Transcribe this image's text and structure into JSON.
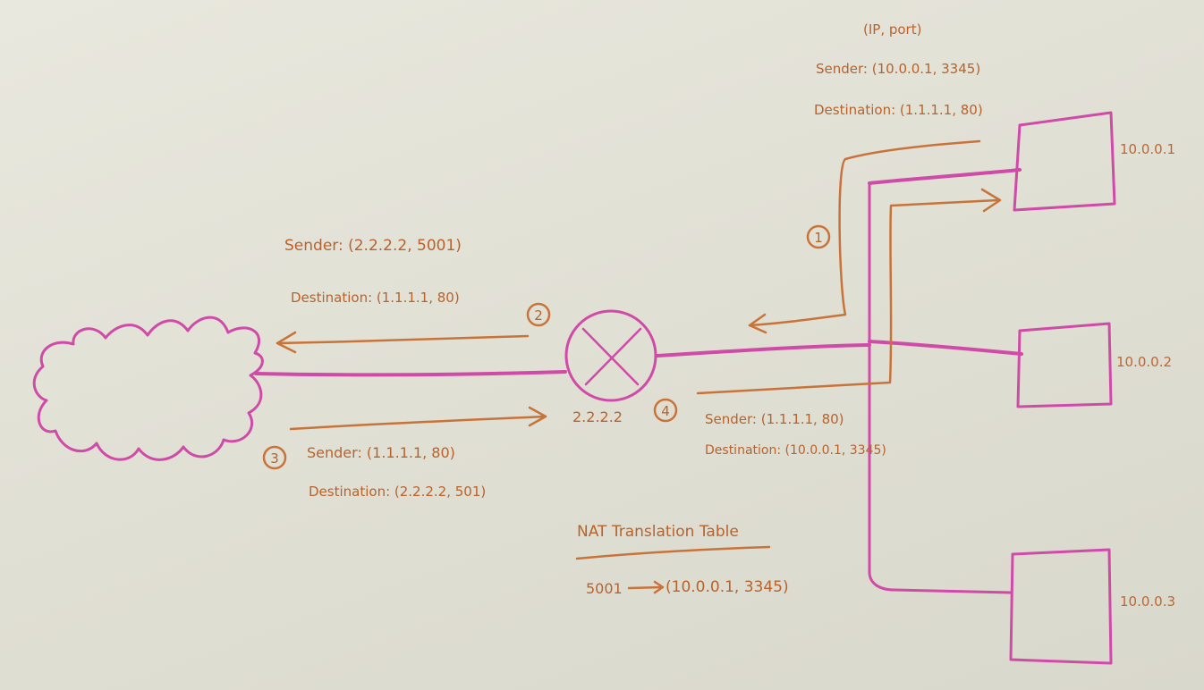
{
  "legend": {
    "header": "(IP, port)",
    "sender": "Sender: (10.0.0.1, 3345)",
    "destination": "Destination: (1.1.1.1, 80)"
  },
  "router": {
    "ip": "2.2.2.2"
  },
  "hosts": [
    {
      "ip": "10.0.0.1"
    },
    {
      "ip": "10.0.0.2"
    },
    {
      "ip": "10.0.0.3"
    }
  ],
  "steps": [
    {
      "num": "1"
    },
    {
      "num": "2",
      "sender": "Sender: (2.2.2.2, 5001)",
      "destination": "Destination: (1.1.1.1, 80)"
    },
    {
      "num": "3",
      "sender": "Sender: (1.1.1.1, 80)",
      "destination": "Destination: (2.2.2.2, 501)"
    },
    {
      "num": "4",
      "sender": "Sender: (1.1.1.1, 80)",
      "destination": "Destination: (10.0.0.1, 3345)"
    }
  ],
  "nat_table": {
    "title": "NAT Translation Table",
    "port": "5001",
    "mapping": "(10.0.0.1, 3345)"
  },
  "colors": {
    "wire": "#d04aa8",
    "annotation": "#c8733a",
    "board": "#e6e5db"
  }
}
